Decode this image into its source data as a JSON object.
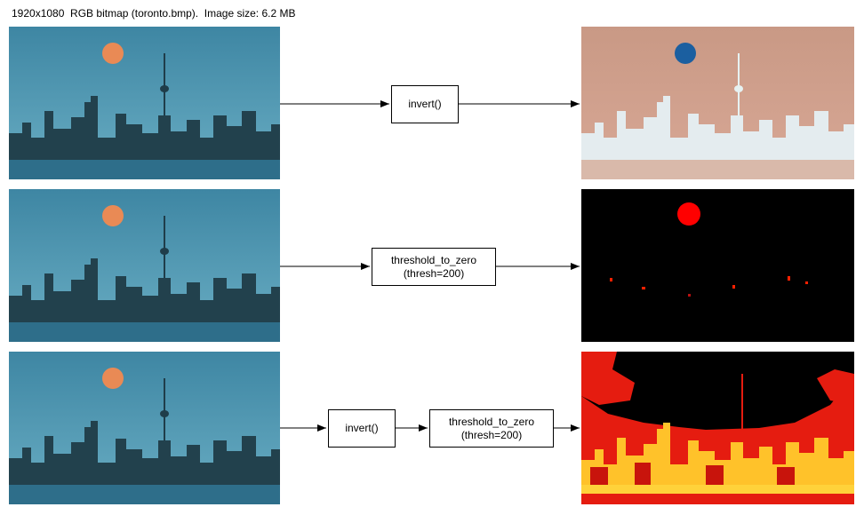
{
  "header": {
    "text": "1920x1080  RGB bitmap (toronto.bmp).  Image size: 6.2 MB"
  },
  "rows": [
    {
      "steps": [
        {
          "label": "invert()"
        }
      ]
    },
    {
      "steps": [
        {
          "line1": "threshold_to_zero",
          "line2": "(thresh=200)"
        }
      ]
    },
    {
      "steps": [
        {
          "label": "invert()"
        },
        {
          "line1": "threshold_to_zero",
          "line2": "(thresh=200)"
        }
      ]
    }
  ],
  "colors": {
    "original_sky": "#4a8fa8",
    "original_water": "#2e6e8a",
    "moon_original": "#e98a55",
    "inverted_sky": "#c79a86",
    "moon_inverted": "#1b5fa0",
    "threshold_bg": "#000000",
    "threshold_moon": "#ff0000",
    "combined_red": "#e51c10",
    "combined_yellow": "#ffd23a"
  }
}
